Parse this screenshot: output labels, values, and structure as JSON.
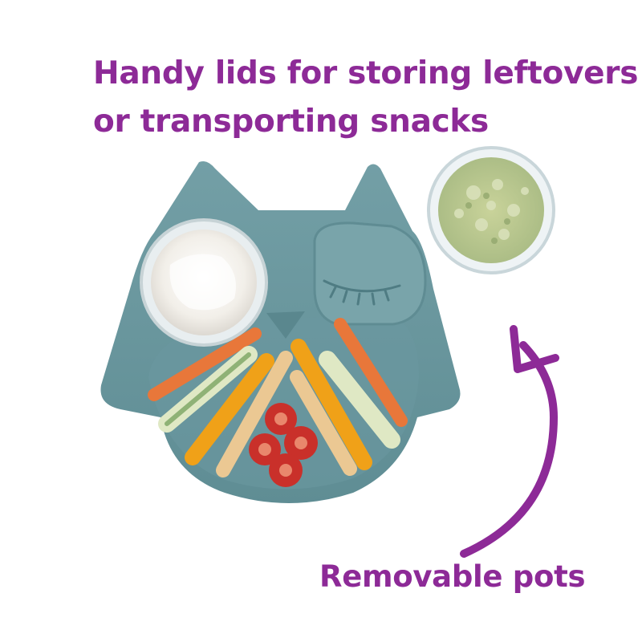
{
  "headline": {
    "line1": "Handy lids for storing leftovers",
    "line2": "or transporting snacks"
  },
  "caption": "Removable pots",
  "colors": {
    "text_accent": "#8d2a97",
    "plate": "#6b9ba2",
    "arrow": "#8d2a97"
  },
  "icons": {
    "plate": "owl-shaped-plate",
    "arrow": "curved-arrow-up"
  }
}
